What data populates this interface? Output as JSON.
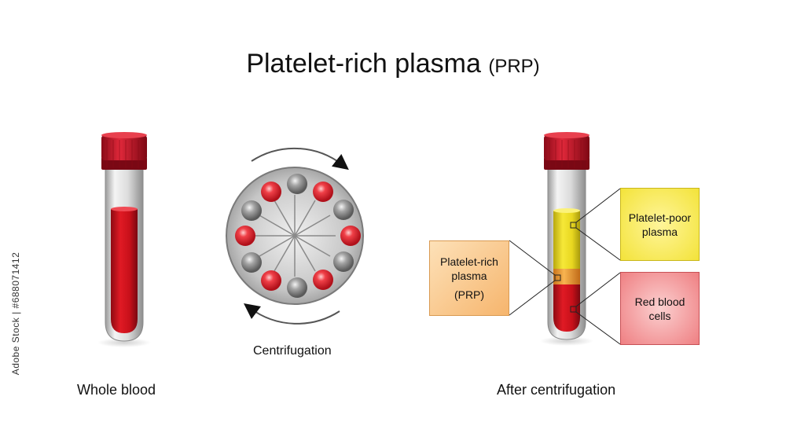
{
  "title": {
    "main": "Platelet-rich plasma",
    "sub": "(PRP)"
  },
  "labels": {
    "centrifugation": "Centrifugation",
    "whole_blood": "Whole blood",
    "after_centrifugation": "After  centrifugation"
  },
  "callouts": {
    "prp": {
      "line1": "Platelet-rich",
      "line2": "plasma",
      "line3": "(PRP)"
    },
    "ppp": {
      "line1": "Platelet-poor",
      "line2": "plasma"
    },
    "rbc": {
      "line1": "Red blood",
      "line2": "cells"
    }
  },
  "side_text": "Adobe Stock | #688071412",
  "colors": {
    "cap_red": "#c8102e",
    "blood_red": "#d0101c",
    "plasma_yellow": "#f2e12a",
    "prp_orange": "#f2a33a",
    "tube_glass": "#e4e4e4",
    "bead_red": "#e8202a",
    "bead_gray": "#8a8a8a",
    "disk_gray": "#c4c4c4"
  },
  "icons": [
    "whole-blood-tube-icon",
    "centrifuge-rotor-icon",
    "rotation-arrow-icon",
    "separated-tube-icon"
  ]
}
